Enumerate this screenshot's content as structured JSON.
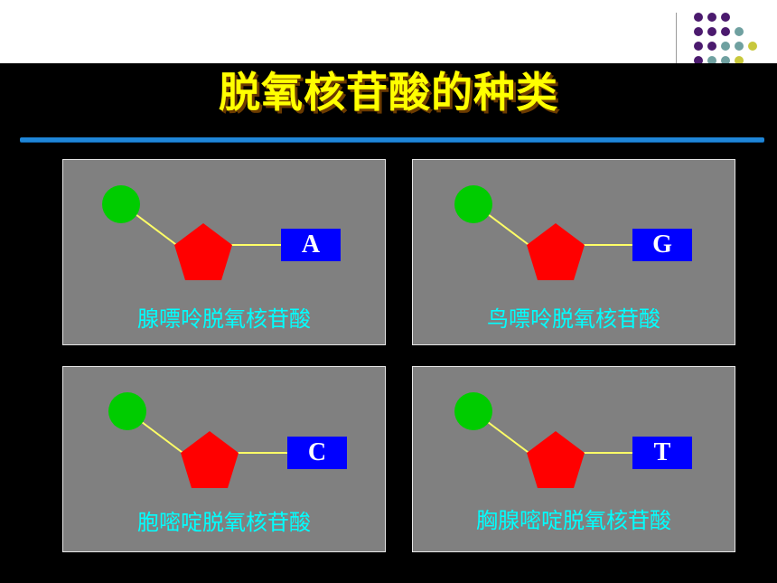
{
  "slide": {
    "title": "脱氧核苷酸的种类"
  },
  "colors": {
    "background": "#000000",
    "title": "#ffff00",
    "rule": "#1f86d8",
    "card": "#808080",
    "phosphate": "#00cc00",
    "sugar": "#ff0000",
    "base_box": "#0000ff",
    "label": "#00ffff",
    "decor_purple": "#4b1a6e",
    "decor_teal": "#6fa0a0",
    "decor_olive": "#c8c83c"
  },
  "nucleotides": [
    {
      "base": "A",
      "name": "腺嘌呤脱氧核苷酸"
    },
    {
      "base": "G",
      "name": "鸟嘌呤脱氧核苷酸"
    },
    {
      "base": "C",
      "name": "胞嘧啶脱氧核苷酸"
    },
    {
      "base": "T",
      "name": "胸腺嘧啶脱氧核苷酸"
    }
  ]
}
